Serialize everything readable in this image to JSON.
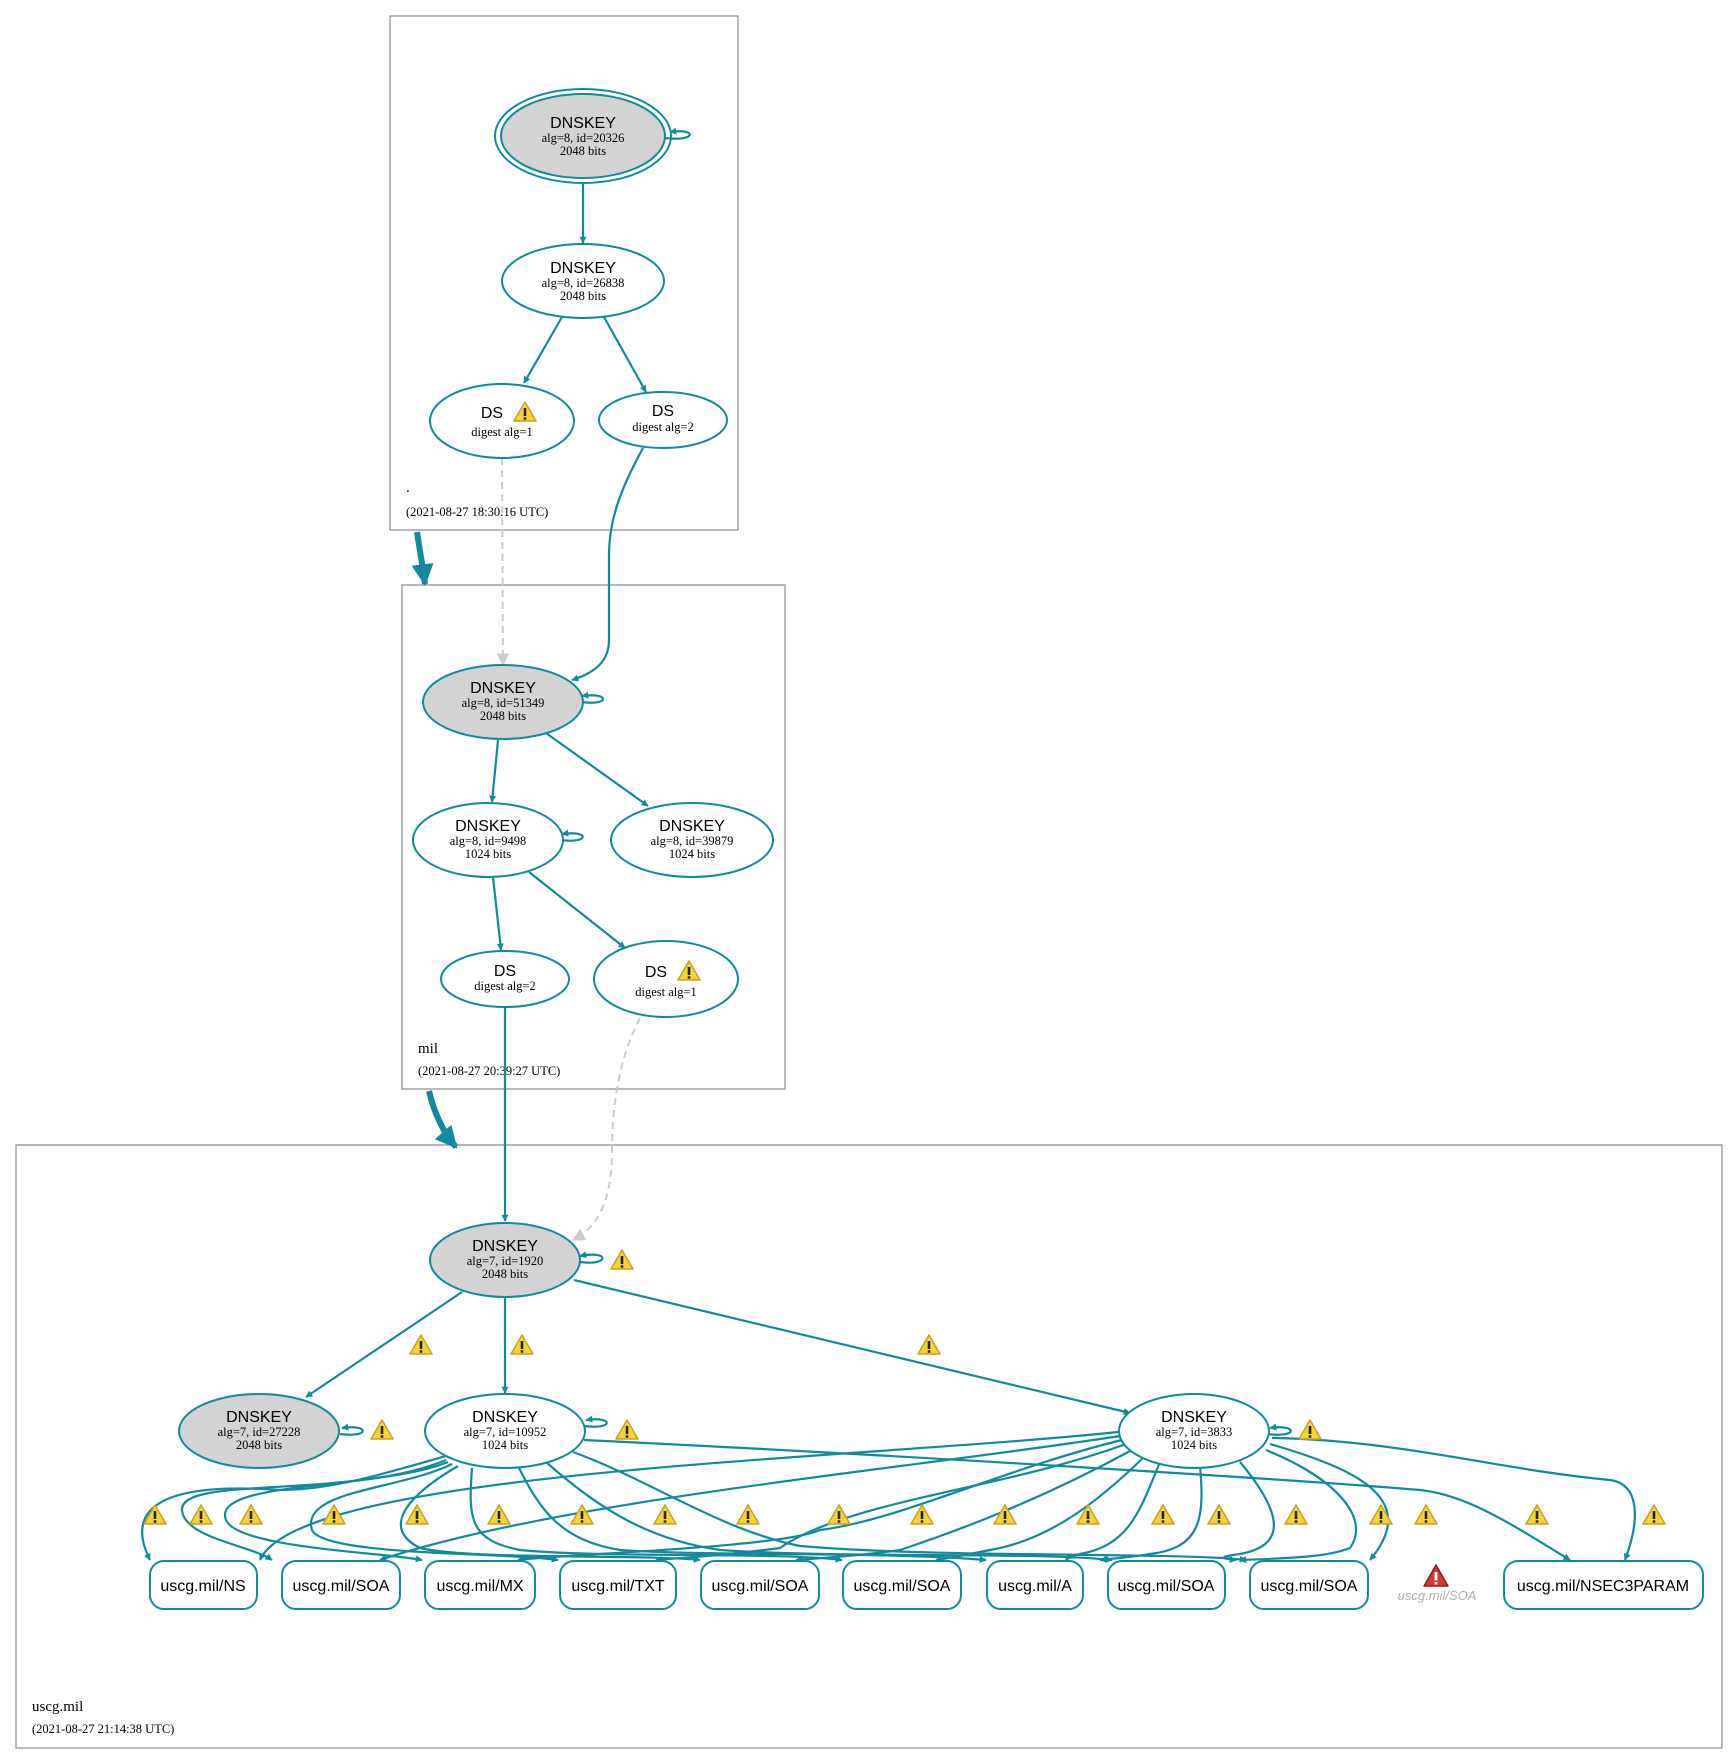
{
  "zones": {
    "root": {
      "name": ".",
      "timestamp": "(2021-08-27 18:30:16 UTC)"
    },
    "mil": {
      "name": "mil",
      "timestamp": "(2021-08-27 20:39:27 UTC)"
    },
    "uscg": {
      "name": "uscg.mil",
      "timestamp": "(2021-08-27 21:14:38 UTC)"
    }
  },
  "nodes": {
    "root_ksk": {
      "title": "DNSKEY",
      "line1": "alg=8, id=20326",
      "line2": "2048 bits"
    },
    "root_zsk": {
      "title": "DNSKEY",
      "line1": "alg=8, id=26838",
      "line2": "2048 bits"
    },
    "root_ds1": {
      "title": "DS",
      "line1": "digest alg=1"
    },
    "root_ds2": {
      "title": "DS",
      "line1": "digest alg=2"
    },
    "mil_ksk": {
      "title": "DNSKEY",
      "line1": "alg=8, id=51349",
      "line2": "2048 bits"
    },
    "mil_zsk1": {
      "title": "DNSKEY",
      "line1": "alg=8, id=9498",
      "line2": "1024 bits"
    },
    "mil_zsk2": {
      "title": "DNSKEY",
      "line1": "alg=8, id=39879",
      "line2": "1024 bits"
    },
    "mil_ds2": {
      "title": "DS",
      "line1": "digest alg=2"
    },
    "mil_ds1": {
      "title": "DS",
      "line1": "digest alg=1"
    },
    "uscg_ksk": {
      "title": "DNSKEY",
      "line1": "alg=7, id=1920",
      "line2": "2048 bits"
    },
    "uscg_k2": {
      "title": "DNSKEY",
      "line1": "alg=7, id=27228",
      "line2": "2048 bits"
    },
    "uscg_zsk1": {
      "title": "DNSKEY",
      "line1": "alg=7, id=10952",
      "line2": "1024 bits"
    },
    "uscg_zsk2": {
      "title": "DNSKEY",
      "line1": "alg=7, id=3833",
      "line2": "1024 bits"
    }
  },
  "rrsets": [
    "uscg.mil/NS",
    "uscg.mil/SOA",
    "uscg.mil/MX",
    "uscg.mil/TXT",
    "uscg.mil/SOA",
    "uscg.mil/SOA",
    "uscg.mil/A",
    "uscg.mil/SOA",
    "uscg.mil/SOA",
    "uscg.mil/NSEC3PARAM"
  ],
  "missing_rrset": "uscg.mil/SOA",
  "colors": {
    "edge": "#108a9c",
    "sep_fill": "#d3d3d3",
    "insecure_edge": "#cccccc",
    "warning": "#f2c81c",
    "error": "#c0302a"
  }
}
